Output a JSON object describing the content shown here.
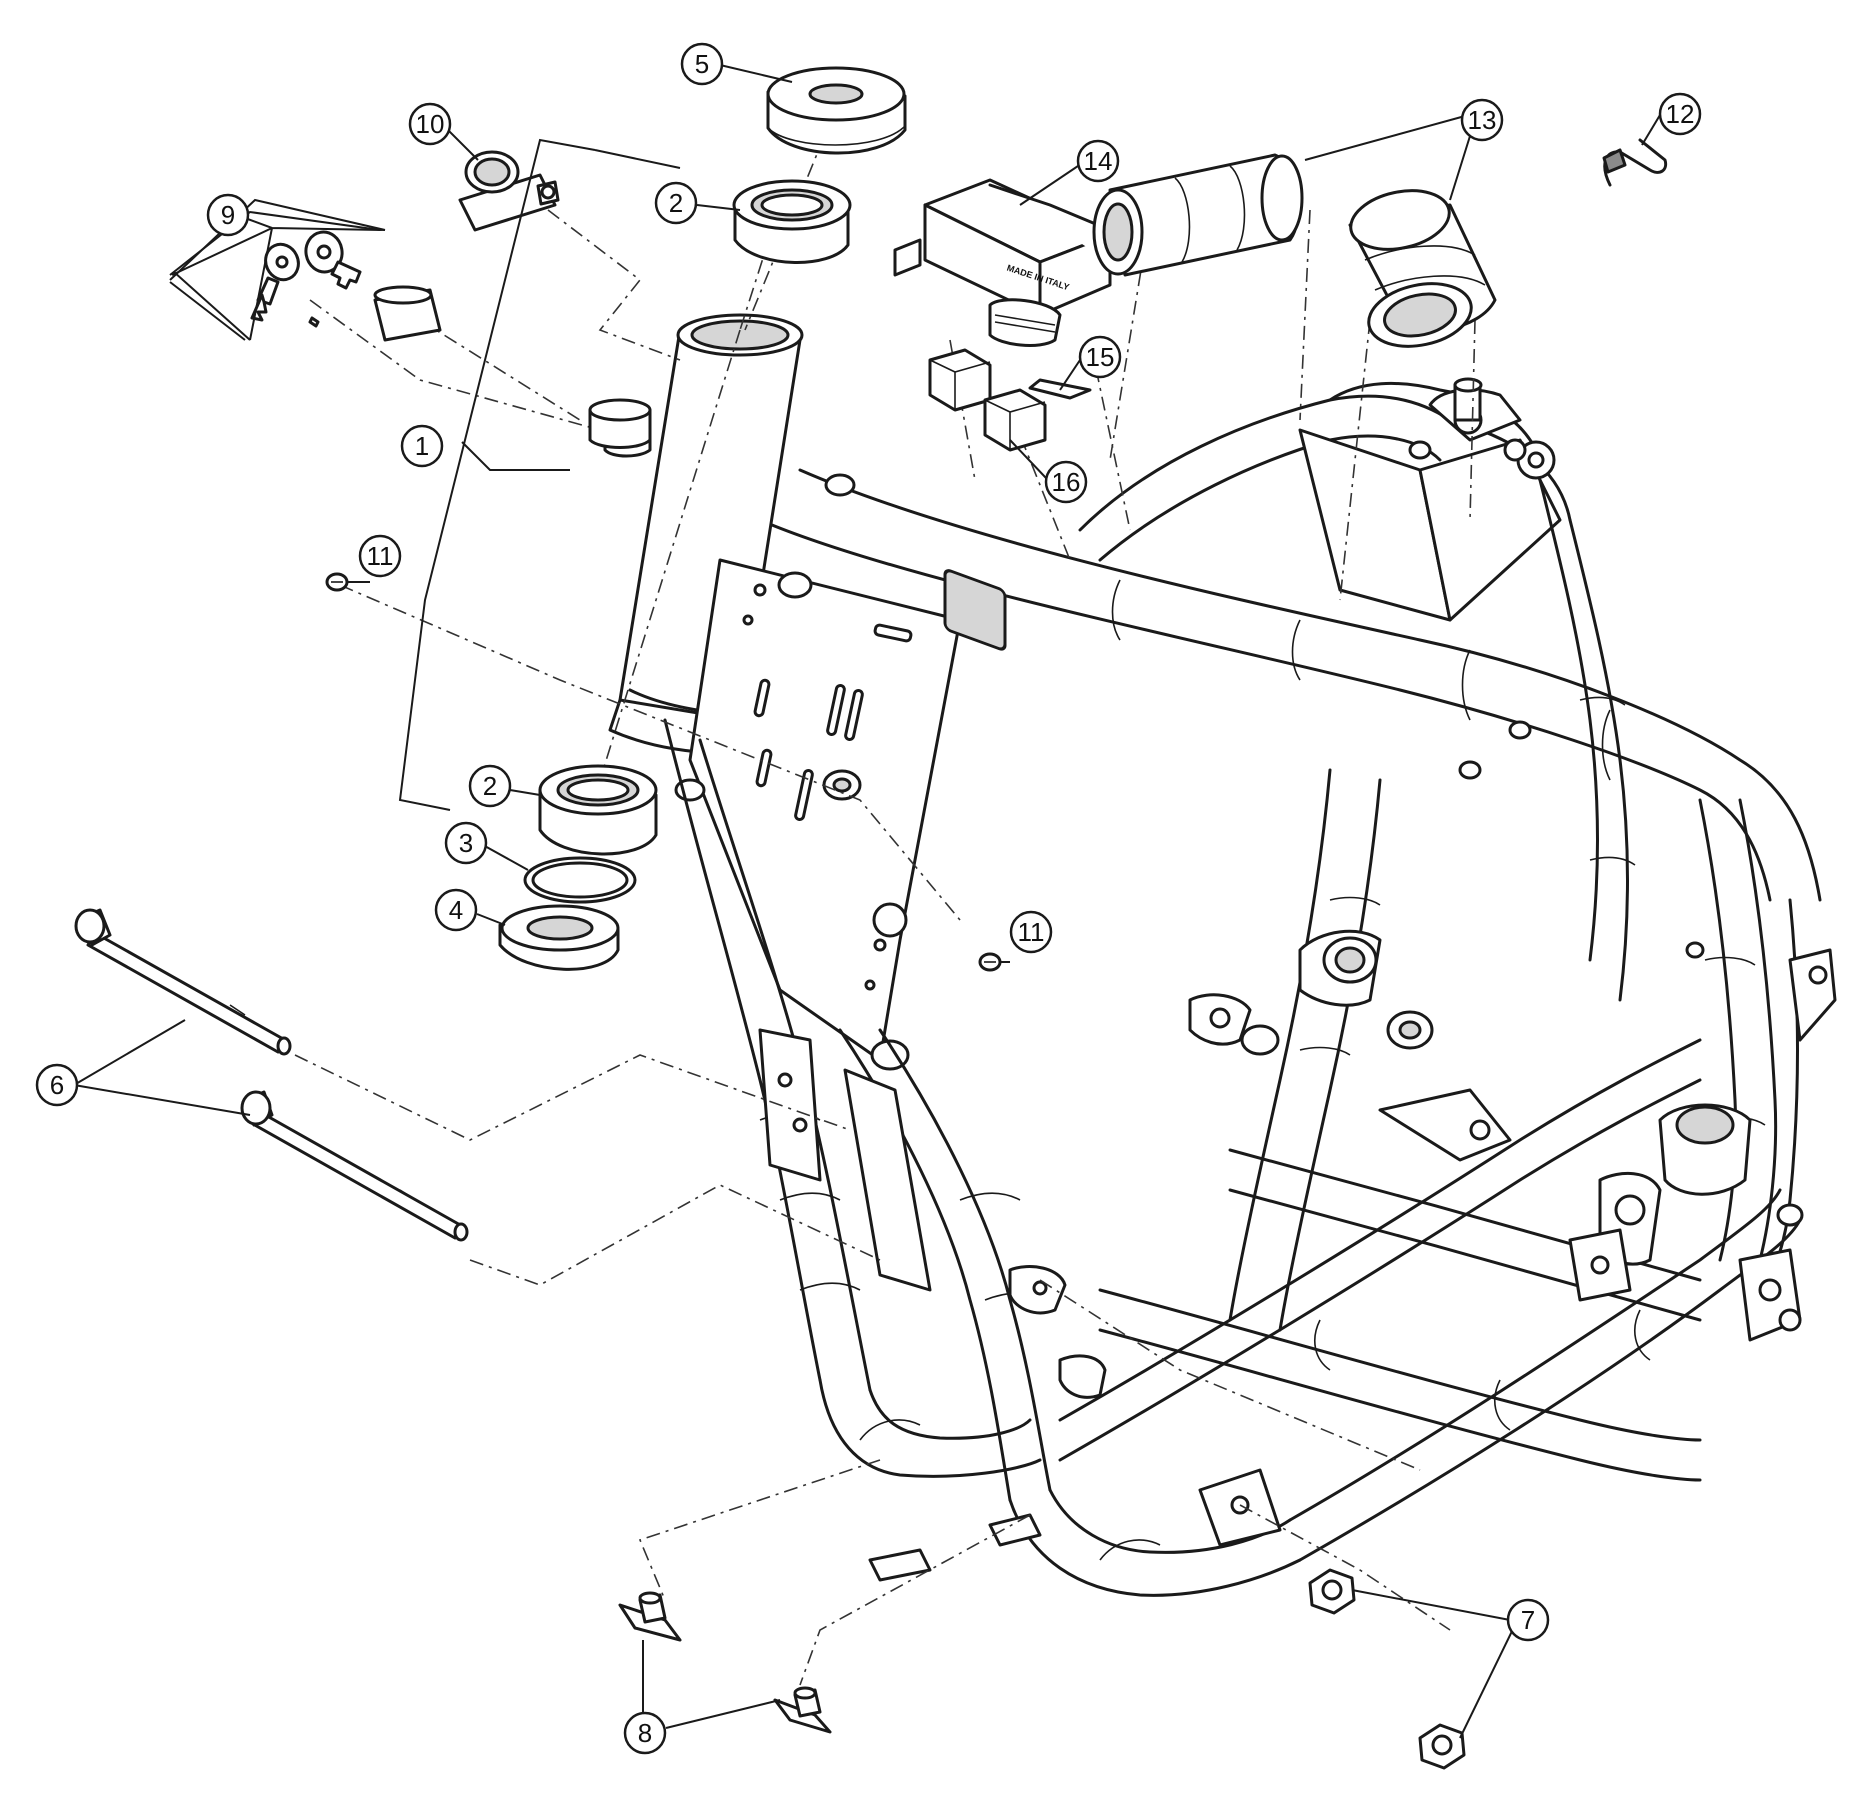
{
  "diagram": {
    "callouts": [
      {
        "label": "1"
      },
      {
        "label": "2"
      },
      {
        "label": "2"
      },
      {
        "label": "3"
      },
      {
        "label": "4"
      },
      {
        "label": "5"
      },
      {
        "label": "6"
      },
      {
        "label": "7"
      },
      {
        "label": "8"
      },
      {
        "label": "9"
      },
      {
        "label": "10"
      },
      {
        "label": "11"
      },
      {
        "label": "11"
      },
      {
        "label": "12"
      },
      {
        "label": "13"
      },
      {
        "label": "14"
      },
      {
        "label": "15"
      },
      {
        "label": "16"
      }
    ],
    "module_marking": "MADE IN ITALY"
  }
}
